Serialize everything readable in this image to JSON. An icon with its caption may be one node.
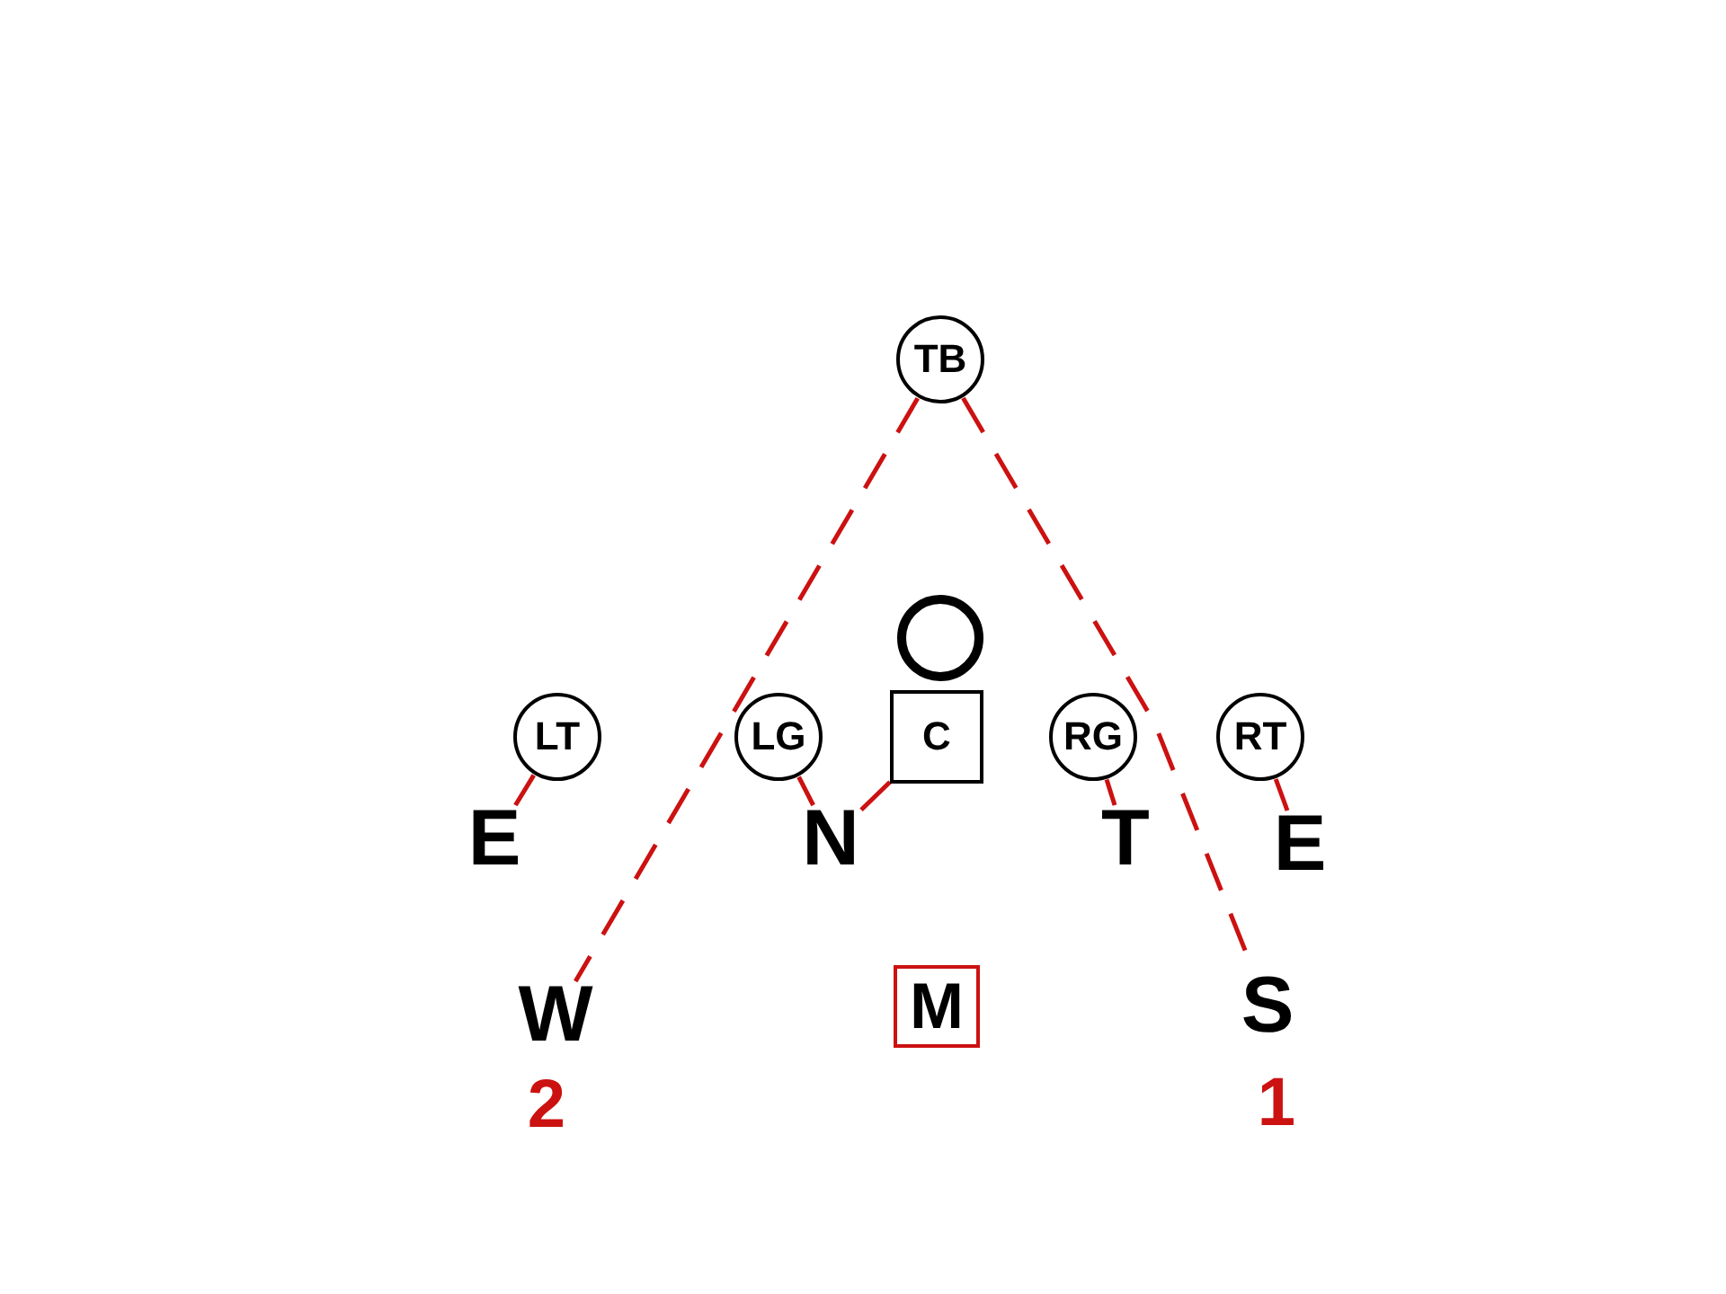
{
  "diagram": {
    "nodes": [
      {
        "text": [
          "TB"
        ]
      },
      {
        "text": [],
        "shape": "circle"
      },
      {
        "text": [
          "LT"
        ]
      },
      {
        "text": [
          "LG"
        ]
      },
      {
        "text": [
          "C"
        ]
      },
      {
        "text": [
          "RG"
        ]
      },
      {
        "text": [
          "RT"
        ]
      },
      {
        "text": [
          "E"
        ]
      },
      {
        "text": [
          "N"
        ]
      },
      {
        "text": [
          "T"
        ]
      },
      {
        "text": [
          "E"
        ]
      },
      {
        "text": [
          "W"
        ],
        "beside": [
          "2"
        ]
      },
      {
        "text": [
          "M"
        ]
      },
      {
        "text": [
          "S"
        ],
        "beside": [
          "1"
        ]
      }
    ],
    "edges": [
      {
        "from": 0,
        "to": 11,
        "arrow": "none",
        "style": "dashed",
        "color": "#cc1111"
      },
      {
        "from": 0,
        "to": 13,
        "arrow": "none",
        "style": "dashed",
        "color": "#cc1111"
      },
      {
        "from": 2,
        "to": 7,
        "arrow": "none",
        "color": "#cc1111"
      },
      {
        "from": 3,
        "to": 8,
        "arrow": "none",
        "color": "#cc1111"
      },
      {
        "from": 4,
        "to": 8,
        "arrow": "none",
        "color": "#cc1111"
      },
      {
        "from": 5,
        "to": 9,
        "arrow": "none",
        "color": "#cc1111"
      },
      {
        "from": 6,
        "to": 10,
        "arrow": "none",
        "color": "#cc1111"
      }
    ]
  }
}
